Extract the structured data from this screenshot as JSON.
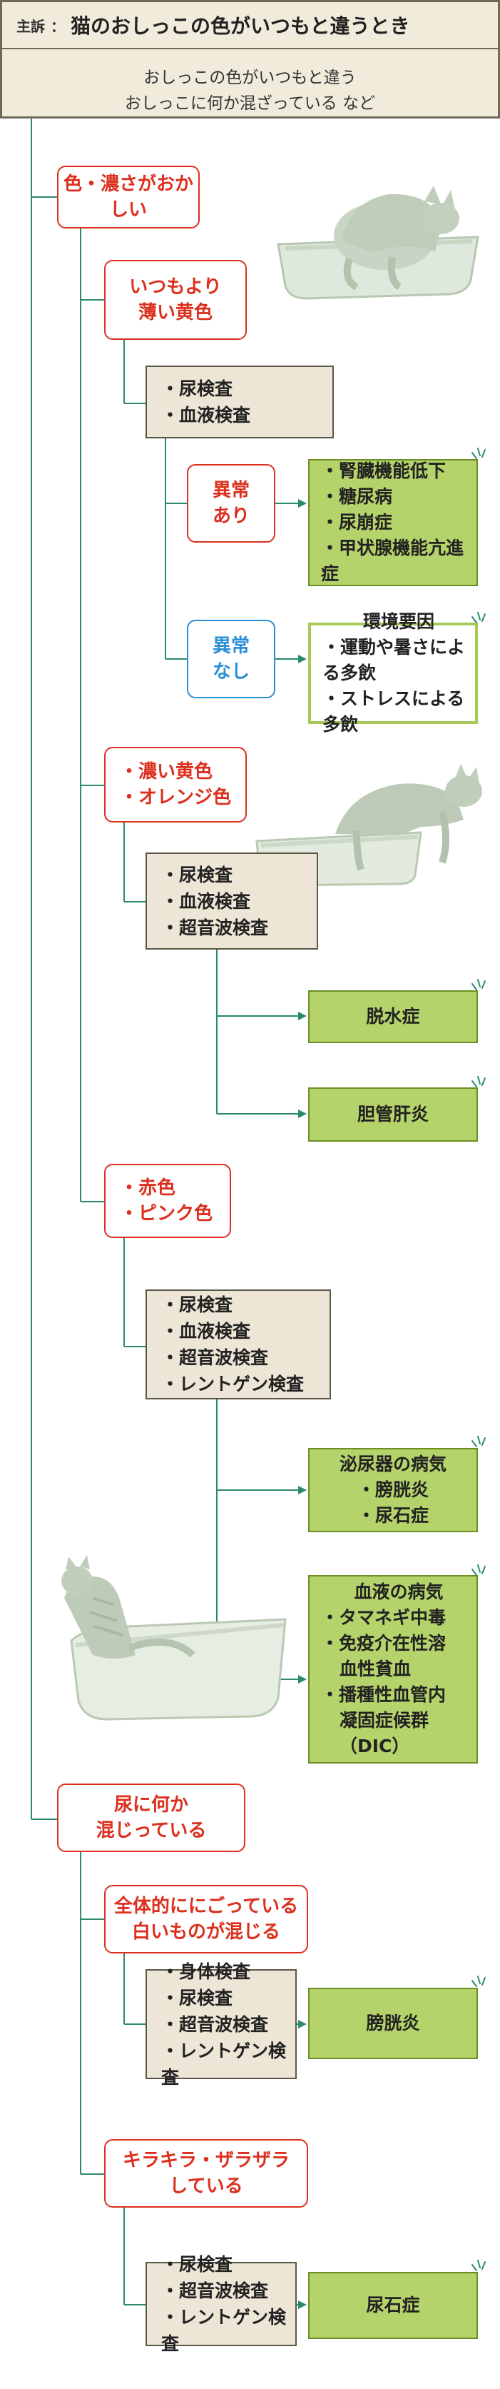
{
  "header": {
    "label": "主訴",
    "colon": "：",
    "title": "猫のおしっこの色がいつもと違うとき",
    "description": [
      "おしっこの色がいつもと違う",
      "おしっこに何か混ざっている など"
    ]
  },
  "branches": {
    "color": {
      "label": [
        "色・濃さがおかしい"
      ],
      "pale_yellow": {
        "label": [
          "いつもより",
          "薄い黄色"
        ],
        "tests": [
          "・尿検査",
          "・血液検査"
        ],
        "abnormal": {
          "label": [
            "異常",
            "あり"
          ],
          "results": [
            "・腎臓機能低下",
            "・糖尿病",
            "・尿崩症",
            "・甲状腺機能亢進症"
          ]
        },
        "normal": {
          "label": [
            "異常",
            "なし"
          ],
          "results": [
            "環境要因",
            "・運動や暑さによる多飲",
            "・ストレスによる多飲"
          ]
        }
      },
      "dark_yellow": {
        "label": [
          "・濃い黄色",
          "・オレンジ色"
        ],
        "tests": [
          "・尿検査",
          "・血液検査",
          "・超音波検査"
        ],
        "results": [
          [
            "脱水症"
          ],
          [
            "胆管肝炎"
          ]
        ]
      },
      "red_pink": {
        "label": [
          "・赤色",
          "・ピンク色"
        ],
        "tests": [
          "・尿検査",
          "・血液検査",
          "・超音波検査",
          "・レントゲン検査"
        ],
        "results": [
          [
            "泌尿器の病気",
            "・膀胱炎",
            "・尿石症"
          ],
          [
            "血液の病気",
            "・タマネギ中毒",
            "・免疫介在性溶",
            "血性貧血",
            "・播種性血管内",
            "凝固症候群（DIC）"
          ]
        ]
      }
    },
    "mixed": {
      "label": [
        "尿に何か",
        "混じっている"
      ],
      "cloudy": {
        "label": [
          "全体的ににごっている",
          "白いものが混じる"
        ],
        "tests": [
          "・身体検査",
          "・尿検査",
          "・超音波検査",
          "・レントゲン検査"
        ],
        "results": [
          [
            "膀胱炎"
          ]
        ]
      },
      "sparkly": {
        "label": [
          "キラキラ・ザラザラ",
          "している"
        ],
        "tests": [
          "・尿検査",
          "・超音波検査",
          "・レントゲン検査"
        ],
        "results": [
          [
            "尿石症"
          ]
        ]
      }
    }
  },
  "colors": {
    "red": "#dc2f1e",
    "blue": "#2a8fd6",
    "teal_connector": "#2b8a6e",
    "result_green": "#b5d36b",
    "test_beige": "#ede6d6",
    "header_beige": "#f1ebdc"
  }
}
